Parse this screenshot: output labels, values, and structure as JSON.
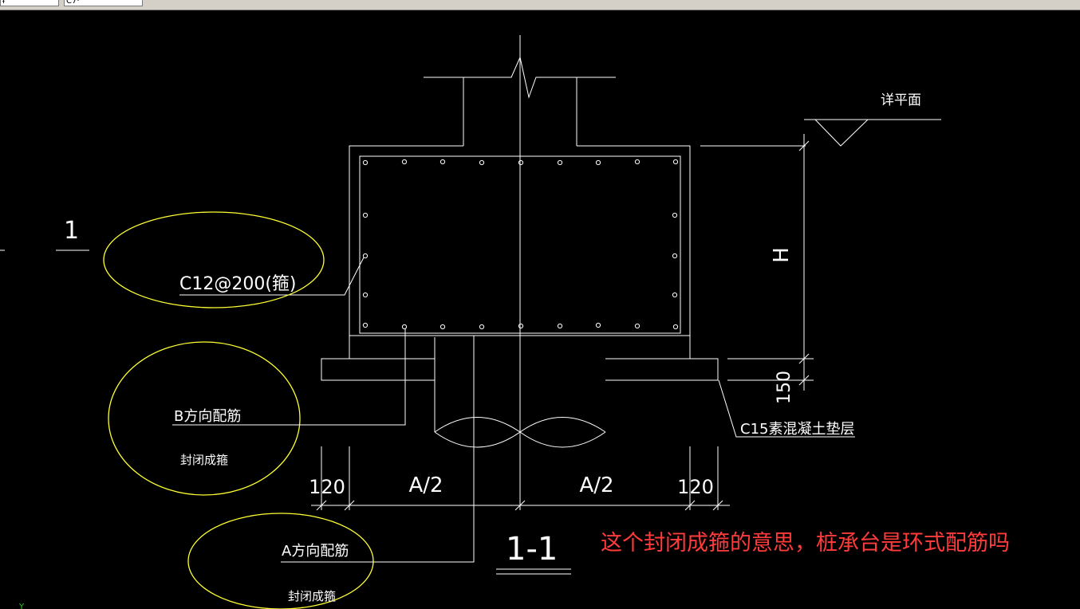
{
  "toolbar": {
    "field1_value": "ɨ",
    "field2_value": "C7·"
  },
  "drawing": {
    "section_mark": "1",
    "section_title": "1-1",
    "rebar_label": "C12@200(箍)",
    "b_direction_label": "B方向配筋",
    "a_direction_label": "A方向配筋",
    "closed_stirrup_label": "封闭成箍",
    "closed_stirrup_label_2": "封闭成箍",
    "cushion_label": "C15素混凝土垫层",
    "plan_ref_label": "详平面",
    "dim_h": "H",
    "dim_150": "150",
    "dim_120_left": "120",
    "dim_a_half_left": "A/2",
    "dim_a_half_right": "A/2",
    "dim_120_right": "120",
    "axis_y": "Y"
  },
  "annotation": {
    "question": "这个封闭成箍的意思，桩承台是环式配筋吗"
  },
  "colors": {
    "background": "#000000",
    "lines": "#ffffff",
    "highlight_ellipse": "#ffff33",
    "question_text": "#ff3b3b"
  }
}
